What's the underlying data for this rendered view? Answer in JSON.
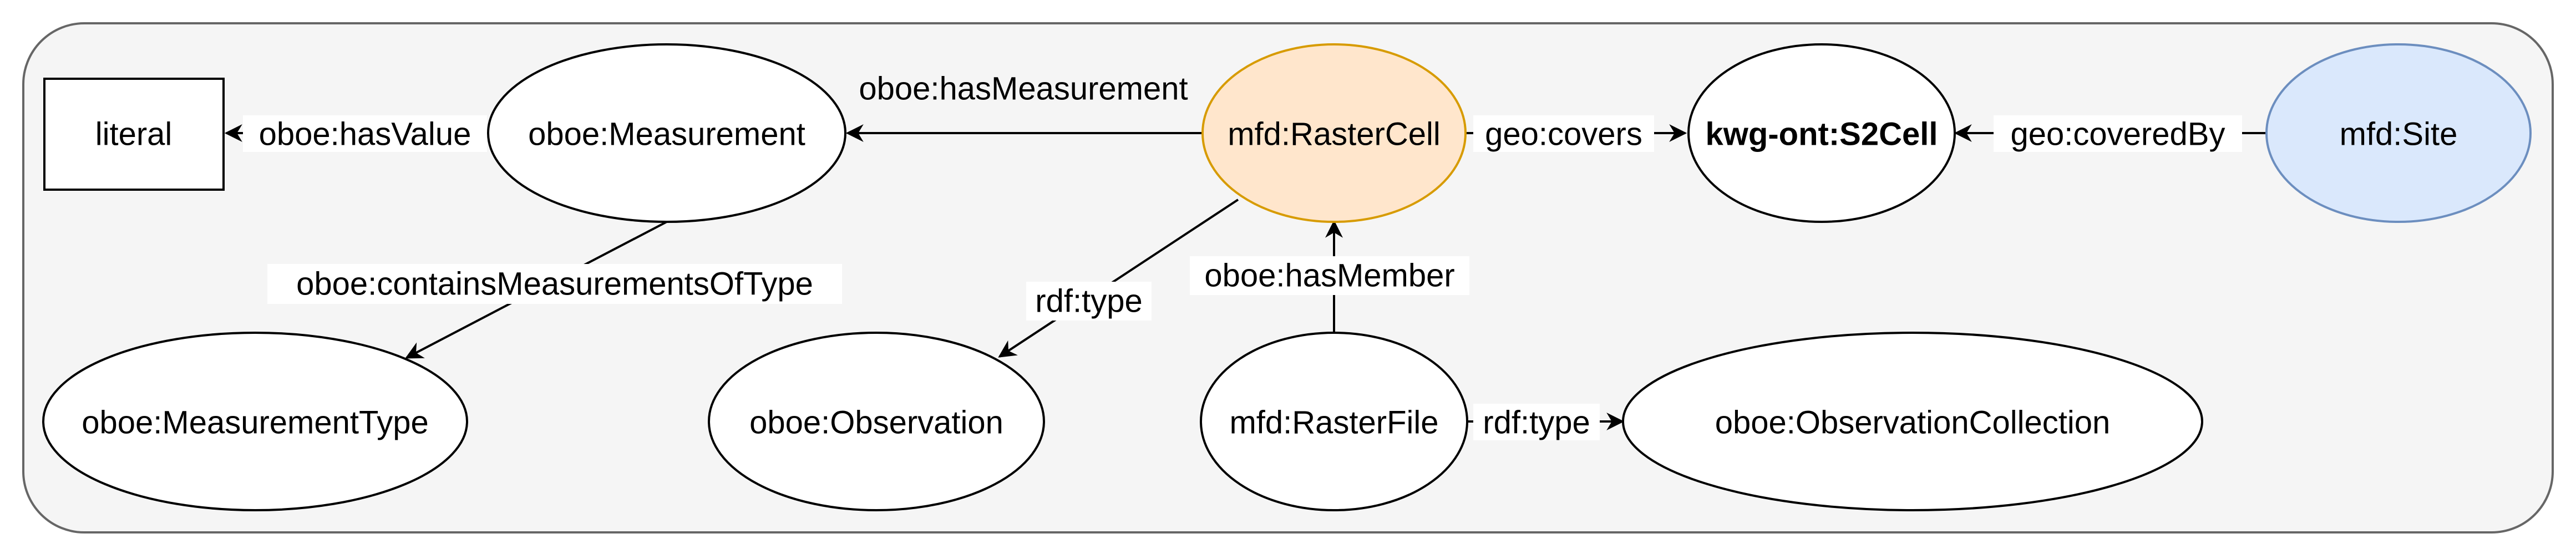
{
  "colors": {
    "container_fill": "#f5f5f5",
    "container_stroke": "#666666",
    "raster_cell_fill": "#ffe6cc",
    "raster_cell_stroke": "#d79b00",
    "site_fill": "#dae8fc",
    "site_stroke": "#6c8ebf",
    "default_fill": "#ffffff",
    "default_stroke": "#000000"
  },
  "nodes": {
    "literal": "literal",
    "measurement": "oboe:Measurement",
    "raster_cell": "mfd:RasterCell",
    "s2cell": "kwg-ont:S2Cell",
    "site": "mfd:Site",
    "measurement_type": "oboe:MeasurementType",
    "observation": "oboe:Observation",
    "raster_file": "mfd:RasterFile",
    "observation_collection": "oboe:ObservationCollection"
  },
  "edges": {
    "has_value": "oboe:hasValue",
    "has_measurement": "oboe:hasMeasurement",
    "covers": "geo:covers",
    "covered_by": "geo:coveredBy",
    "contains_measurements_of_type": "oboe:containsMeasurementsOfType",
    "rdf_type_cell": "rdf:type",
    "has_member": "oboe:hasMember",
    "rdf_type_file": "rdf:type"
  }
}
